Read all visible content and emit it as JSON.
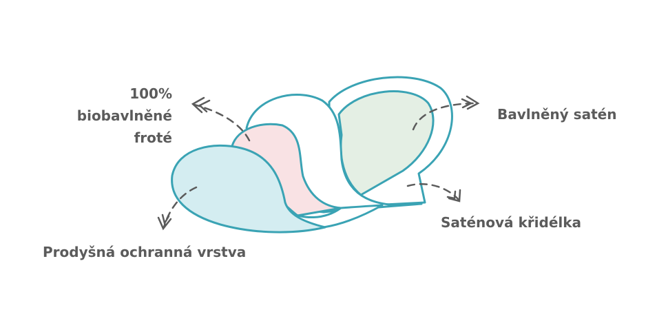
{
  "labels": {
    "top_left": [
      "100%",
      "biobavlněné",
      "froté"
    ],
    "top_right": "Bavlněný satén",
    "bottom_right": "Saténová křidélka",
    "bottom_left": "Prodyšná ochranná vrstva"
  },
  "colors": {
    "outline": "#3aa3b4",
    "layer_blue": "#d4edf1",
    "layer_pink": "#f9e2e4",
    "layer_green": "#e4efe4",
    "layer_white": "#ffffff",
    "arrow": "#5b5b5b",
    "text": "#5b5b5b"
  }
}
